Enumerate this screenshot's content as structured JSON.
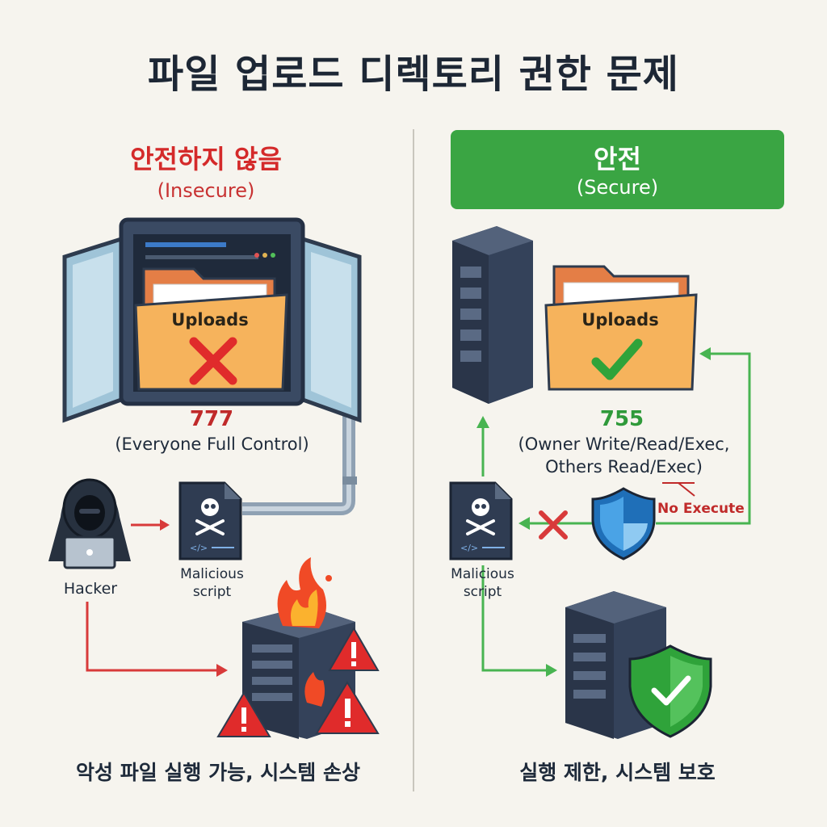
{
  "title": "파일 업로드 디렉토리 권한 문제",
  "insecure": {
    "title": "안전하지 않음",
    "subtitle": "(Insecure)",
    "folder_label": "Uploads",
    "permission": "777",
    "permission_desc": "(Everyone Full Control)",
    "hacker_label": "Hacker",
    "script_label_1": "Malicious",
    "script_label_2": "script",
    "footer": "악성 파일 실행 가능, 시스템 손상"
  },
  "secure": {
    "title": "안전",
    "subtitle": "(Secure)",
    "folder_label": "Uploads",
    "permission": "755",
    "permission_desc_1": "(Owner Write/Read/Exec,",
    "permission_desc_2": "Others Read/Exec)",
    "no_execute": "No Execute",
    "script_label_1": "Malicious",
    "script_label_2": "script",
    "footer": "실행 제한, 시스템 보호"
  },
  "colors": {
    "danger": "#d42a2a",
    "safe": "#3aa543",
    "folder": "#f6b35c",
    "server": "#2f3c52"
  },
  "icons": [
    "cabinet-icon",
    "folder-icon",
    "x-mark-icon",
    "hacker-icon",
    "laptop-icon",
    "skull-file-icon",
    "pipe-icon",
    "server-icon",
    "fire-icon",
    "warning-icon",
    "check-icon",
    "shield-icon"
  ]
}
